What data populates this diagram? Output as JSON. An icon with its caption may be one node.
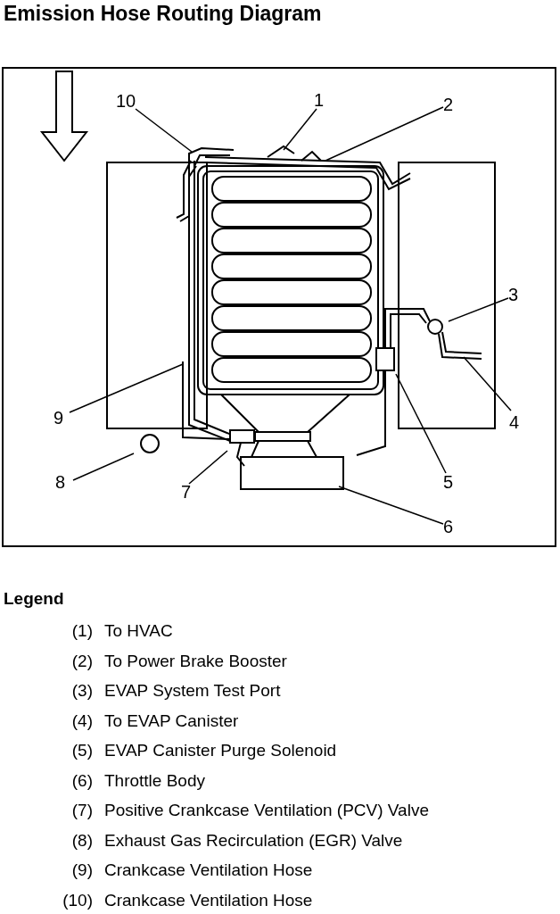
{
  "diagram": {
    "title": "Emission Hose Routing Diagram",
    "nodes": [
      {
        "text": [
          "10"
        ]
      },
      {
        "text": [
          "1"
        ]
      },
      {
        "text": [
          "2"
        ]
      },
      {
        "text": [
          "3"
        ]
      },
      {
        "text": [
          "9"
        ]
      },
      {
        "text": [
          "4"
        ]
      },
      {
        "text": [
          "8"
        ]
      },
      {
        "text": [
          "7"
        ]
      },
      {
        "text": [
          "5"
        ]
      },
      {
        "text": [
          "6"
        ]
      }
    ],
    "edges": [
      {
        "from": 0,
        "to": null,
        "arrow": "none"
      },
      {
        "from": 1,
        "to": null,
        "arrow": "none"
      },
      {
        "from": 2,
        "to": null,
        "arrow": "none"
      },
      {
        "from": 3,
        "to": null,
        "arrow": "none"
      },
      {
        "from": 4,
        "to": null,
        "arrow": "none"
      },
      {
        "from": 5,
        "to": null,
        "arrow": "none"
      },
      {
        "from": 6,
        "to": null,
        "arrow": "none"
      },
      {
        "from": 7,
        "to": null,
        "arrow": "none"
      },
      {
        "from": 8,
        "to": null,
        "arrow": "none"
      },
      {
        "from": 9,
        "to": null,
        "arrow": "none"
      }
    ],
    "labels": [
      "Legend",
      "(1)",
      "To HVAC",
      "(2)",
      "To Power Brake Booster",
      "(3)",
      "EVAP System Test Port",
      "(4)",
      "To EVAP Canister",
      "(5)",
      "EVAP Canister Purge Solenoid",
      "(6)",
      "Throttle Body",
      "(7)",
      "Positive Crankcase Ventilation (PCV) Valve",
      "(8)",
      "Exhaust Gas Recirculation (EGR) Valve",
      "(9)",
      "Crankcase Ventilation Hose",
      "(10)",
      "Crankcase Ventilation Hose"
    ]
  }
}
